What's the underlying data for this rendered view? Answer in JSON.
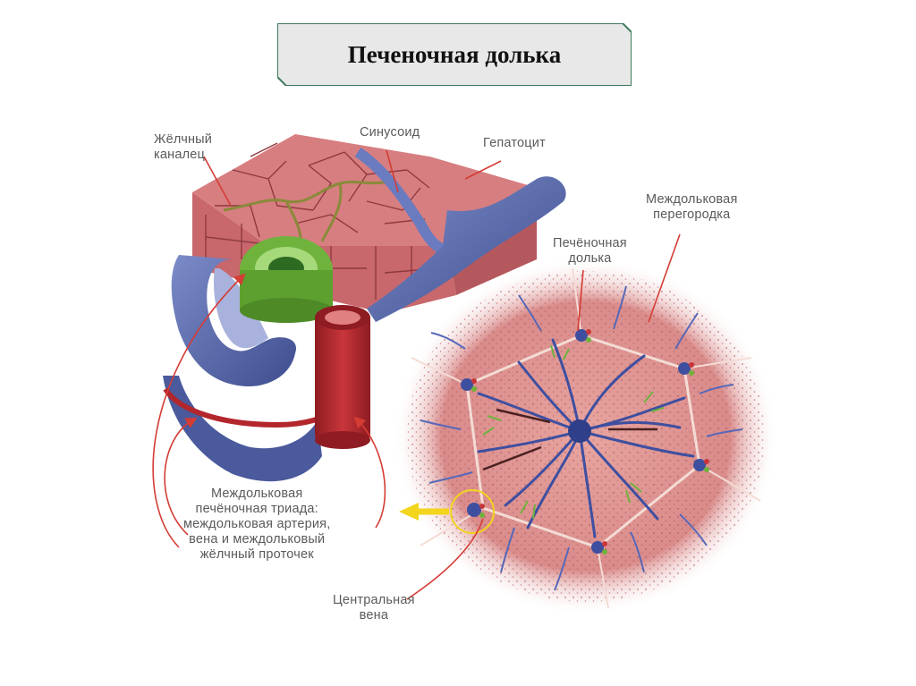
{
  "title": "Печеночная долька",
  "labels": {
    "bile_canaliculus": "Жёлчный\nканалец",
    "sinusoid": "Синусоид",
    "hepatocyte": "Гепатоцит",
    "interlobular_septum": "Междольковая\nперегородка",
    "hepatic_lobule": "Печёночная\nдолька",
    "portal_triad": "Междольковая\nпечёночная триада:\nмеждольковая артерия,\nвена и междольковый\nжёлчный проточек",
    "central_vein": "Центральная\nвена"
  },
  "colors": {
    "tissue": "#c9676d",
    "tissue_dark": "#9c3f46",
    "vein": "#4a5a9c",
    "vein_light": "#8a9ad0",
    "artery": "#b3262c",
    "bile_duct": "#6fb23c",
    "lobule_bg": "#d98b8a",
    "arrow_red": "#d43c34",
    "arrow_yellow": "#f2d51c",
    "title_bg": "#e5e5e5",
    "title_border": "#3f7a5e"
  }
}
